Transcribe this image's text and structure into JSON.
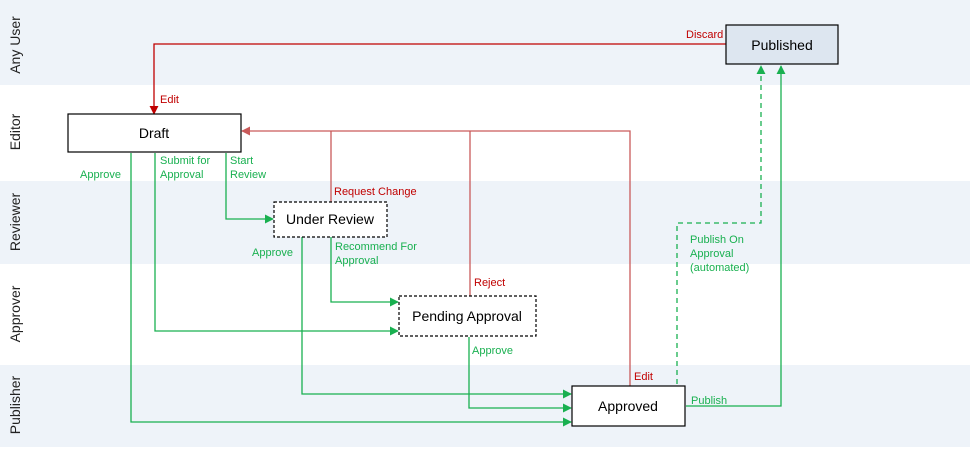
{
  "colors": {
    "lane_band": "#eef3f9",
    "reject_red": "#c00000",
    "approve_green": "#19b050",
    "published_fill": "#dde6f0"
  },
  "lanes": [
    "Any User",
    "Editor",
    "Reviewer",
    "Approver",
    "Publisher"
  ],
  "nodes": {
    "published": "Published",
    "draft": "Draft",
    "under_review": "Under Review",
    "pending_approval": "Pending Approval",
    "approved": "Approved"
  },
  "edges": {
    "discard": "Discard",
    "edit_top": "Edit",
    "approve_left": "Approve",
    "submit_line1": "Submit for",
    "submit_line2": "Approval",
    "start_line1": "Start",
    "start_line2": "Review",
    "request_change": "Request Change",
    "approve_review": "Approve",
    "recommend_line1": "Recommend For",
    "recommend_line2": "Approval",
    "reject": "Reject",
    "approve_pending": "Approve",
    "publish_on_line1": "Publish On",
    "publish_on_line2": "Approval",
    "publish_on_line3": "(automated)",
    "edit_bottom": "Edit",
    "publish": "Publish"
  }
}
